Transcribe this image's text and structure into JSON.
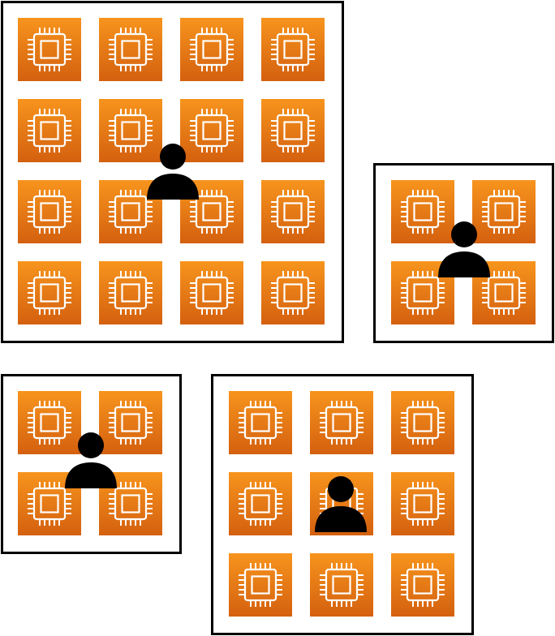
{
  "colors": {
    "chip_top": "#F7941D",
    "chip_bottom": "#D4600F",
    "chip_line": "#FFFFFF",
    "border": "#000000",
    "user": "#000000"
  },
  "icons": {
    "chip": "cpu-chip-icon",
    "user": "user-icon"
  },
  "groups": [
    {
      "name": "group-large",
      "rows": 4,
      "cols": 4,
      "has_user": true
    },
    {
      "name": "group-small-right",
      "rows": 2,
      "cols": 2,
      "has_user": true
    },
    {
      "name": "group-small-left",
      "rows": 2,
      "cols": 2,
      "has_user": true
    },
    {
      "name": "group-medium",
      "rows": 3,
      "cols": 3,
      "has_user": true
    }
  ]
}
